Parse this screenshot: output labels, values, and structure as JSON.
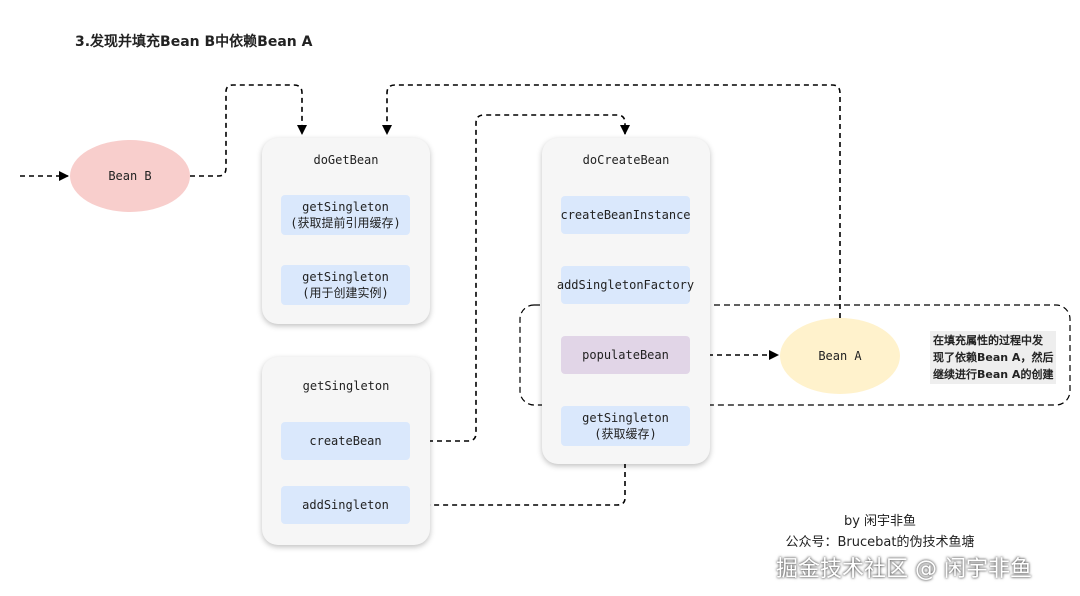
{
  "title": "3.发现并填充Bean B中依赖Bean A",
  "nodes": {
    "bean_b": "Bean B",
    "bean_a": "Bean A"
  },
  "panels": {
    "do_get_bean": {
      "title": "doGetBean",
      "items": [
        {
          "line1": "getSingleton",
          "line2": "(获取提前引用缓存)"
        },
        {
          "line1": "getSingleton",
          "line2": "(用于创建实例)"
        }
      ]
    },
    "get_singleton": {
      "title": "getSingleton",
      "items": [
        "createBean",
        "addSingleton"
      ]
    },
    "do_create_bean": {
      "title": "doCreateBean",
      "items": [
        {
          "line1": "createBeanInstance",
          "line2": ""
        },
        {
          "line1": "addSingletonFactory",
          "line2": ""
        },
        {
          "line1": "populateBean",
          "line2": ""
        },
        {
          "line1": "getSingleton",
          "line2": "(获取缓存)"
        }
      ]
    }
  },
  "note": {
    "lines": [
      "在填充属性的过程中发",
      "现了依赖Bean A，然后",
      "继续进行Bean A的创建"
    ]
  },
  "byline": {
    "author": "by 闲宇非鱼",
    "account": "公众号：Brucebat的伪技术鱼塘"
  },
  "watermark": "掘金技术社区 @ 闲宇非鱼",
  "colors": {
    "blue_box": "#dae8fc",
    "purple_box": "#e1d5e7",
    "pink_node": "#f8cecc",
    "yellow_node": "#fff2cc",
    "panel_bg": "#f6f6f6"
  }
}
